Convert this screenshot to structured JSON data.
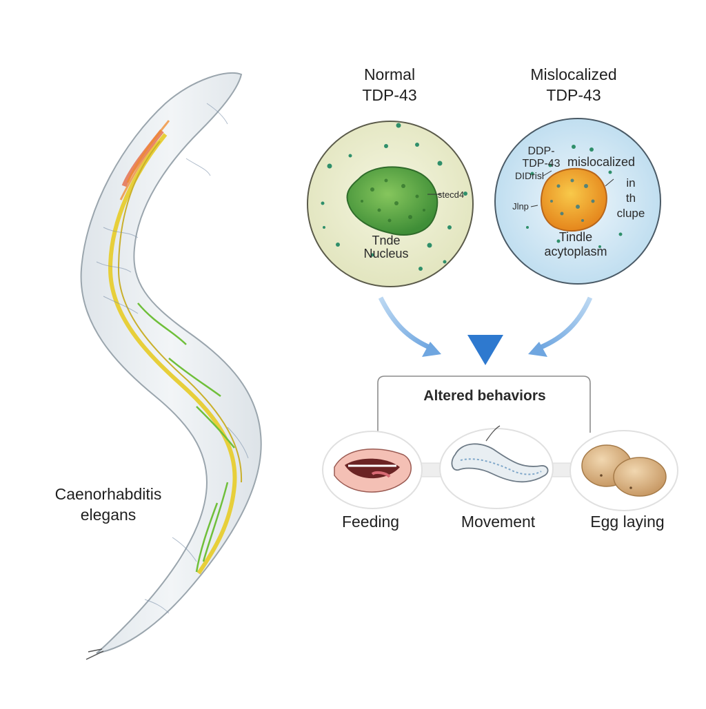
{
  "organism": {
    "name_line1": "Caenorhabditis",
    "name_line2": "elegans"
  },
  "normal_cell": {
    "title_line1": "Normal",
    "title_line2": "TDP-43",
    "pointer_label": "stecd4",
    "inner_line1": "Tnde",
    "inner_line2": "Nucleus",
    "nucleus_color": "#5ea94a",
    "background_color": "#eceecd"
  },
  "mislocalized_cell": {
    "title_line1": "Mislocalized",
    "title_line2": "TDP-43",
    "left_label_line1": "DDP-",
    "left_label_line2": "TDP-43",
    "left_label_line3": "DIDrisl",
    "left_label_line4": "Jlnp",
    "right_label_line1": "mislocalized",
    "right_label_line2": "in",
    "right_label_line3": "th",
    "right_label_line4": "clupe",
    "bottom_label_line1": "Tindle",
    "bottom_label_line2": "acytoplasm",
    "nucleus_color": "#f0a22c",
    "background_color": "#cfe6f3"
  },
  "behaviors": {
    "header": "Altered behaviors",
    "items": [
      {
        "label": "Feeding",
        "icon": "mouth-icon"
      },
      {
        "label": "Movement",
        "icon": "worm-icon"
      },
      {
        "label": "Egg laying",
        "icon": "eggs-icon"
      }
    ]
  },
  "colors": {
    "arrow": "#3d86d6",
    "worm_nerve": "#e7cf3a",
    "bracket": "#8c8c8c"
  }
}
